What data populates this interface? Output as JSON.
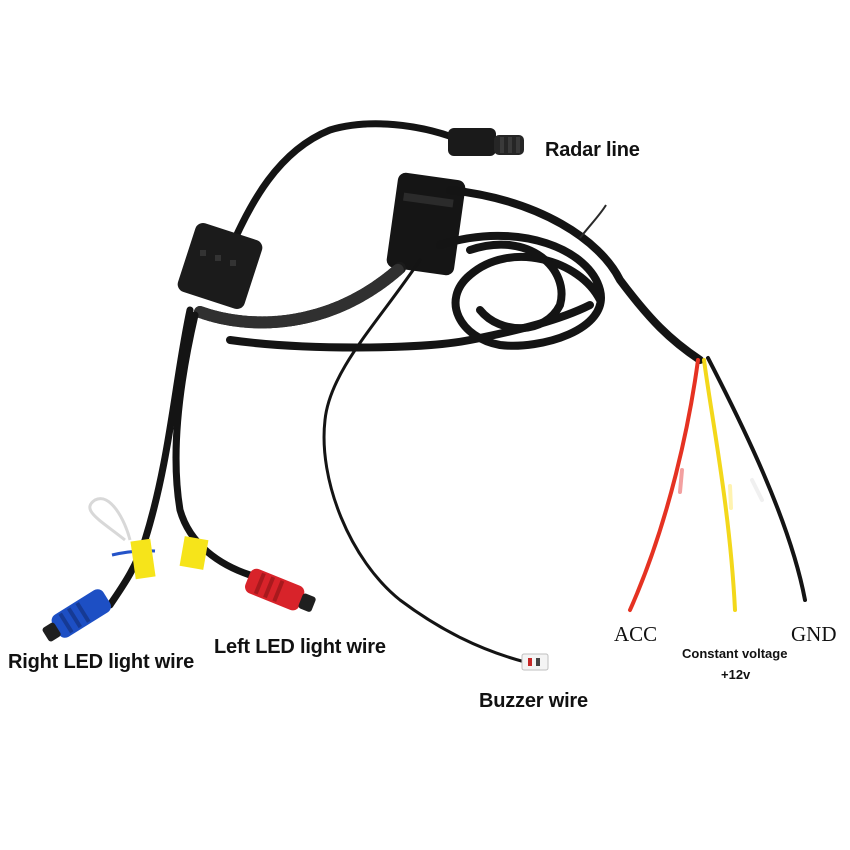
{
  "labels": {
    "radar": "Radar line",
    "right_led": "Right LED light wire",
    "left_led": "Left LED light wire",
    "buzzer": "Buzzer wire",
    "acc": "ACC",
    "constant_voltage": "Constant voltage",
    "constant_voltage_value": "+12v",
    "gnd": "GND"
  },
  "colors": {
    "cable": "#141414",
    "red_wire": "#e53222",
    "yellow_wire": "#f3d81b",
    "blue_connector": "#1d4fc4",
    "red_connector": "#d8232a",
    "yellow_tape": "#f6e41a"
  }
}
